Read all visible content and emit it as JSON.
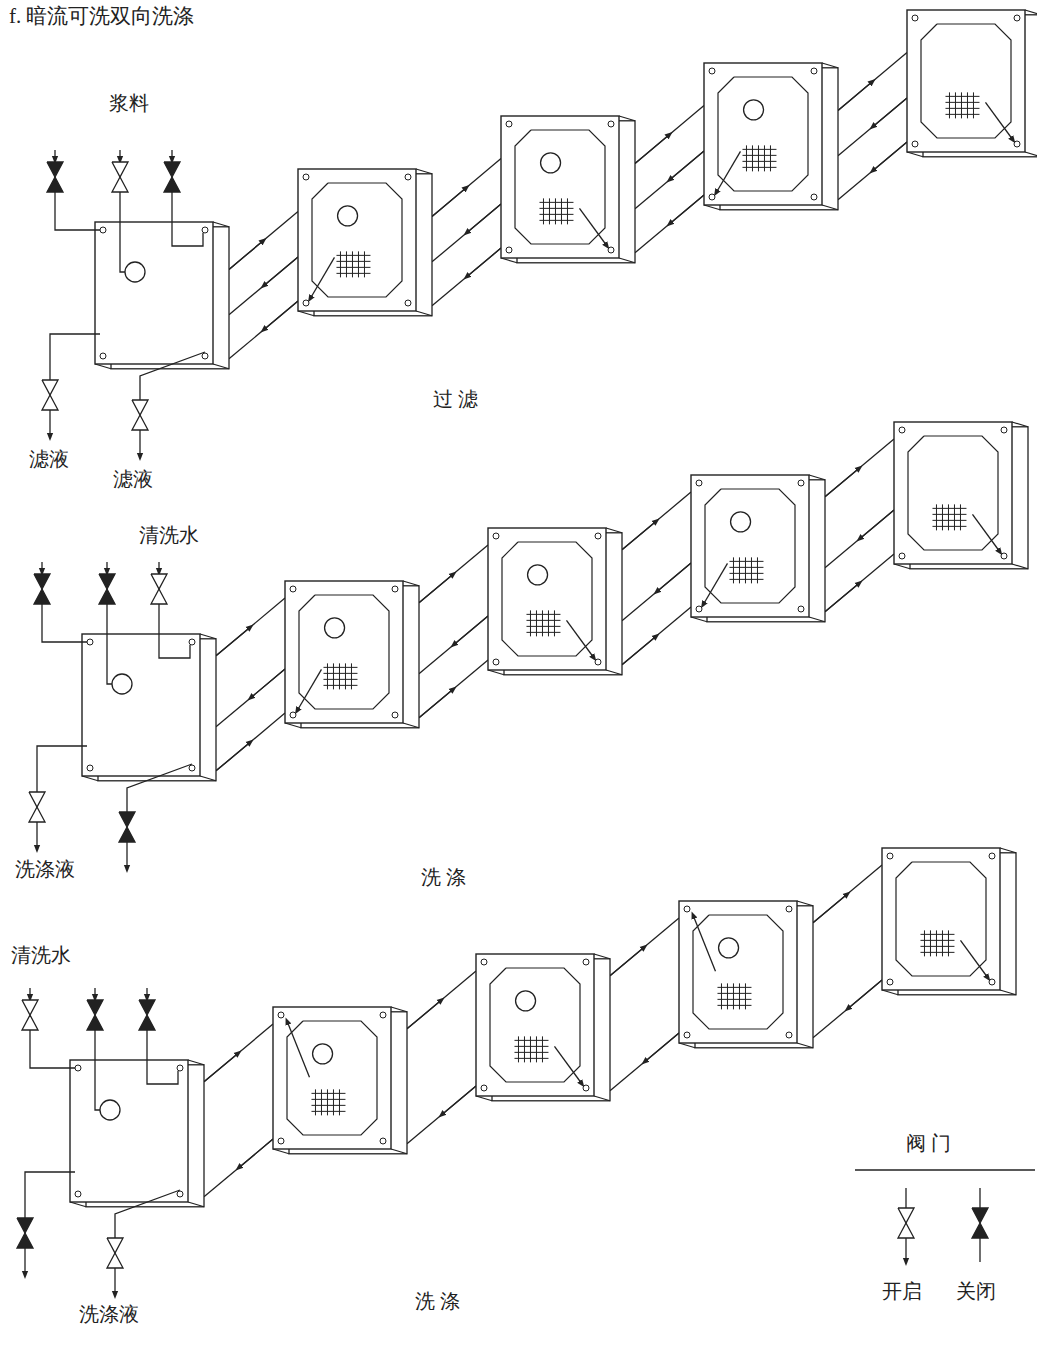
{
  "diagram": {
    "title": "f. 暗流可洗双向洗涤",
    "labels": [
      "浆料",
      "滤液",
      "滤液",
      "过 滤",
      "清洗水",
      "洗涤液",
      "洗 涤",
      "清洗水",
      "洗涤液",
      "洗 涤",
      "阀 门"
    ],
    "legend": [
      {
        "text": "开启"
      },
      {
        "text": "关闭"
      }
    ]
  }
}
